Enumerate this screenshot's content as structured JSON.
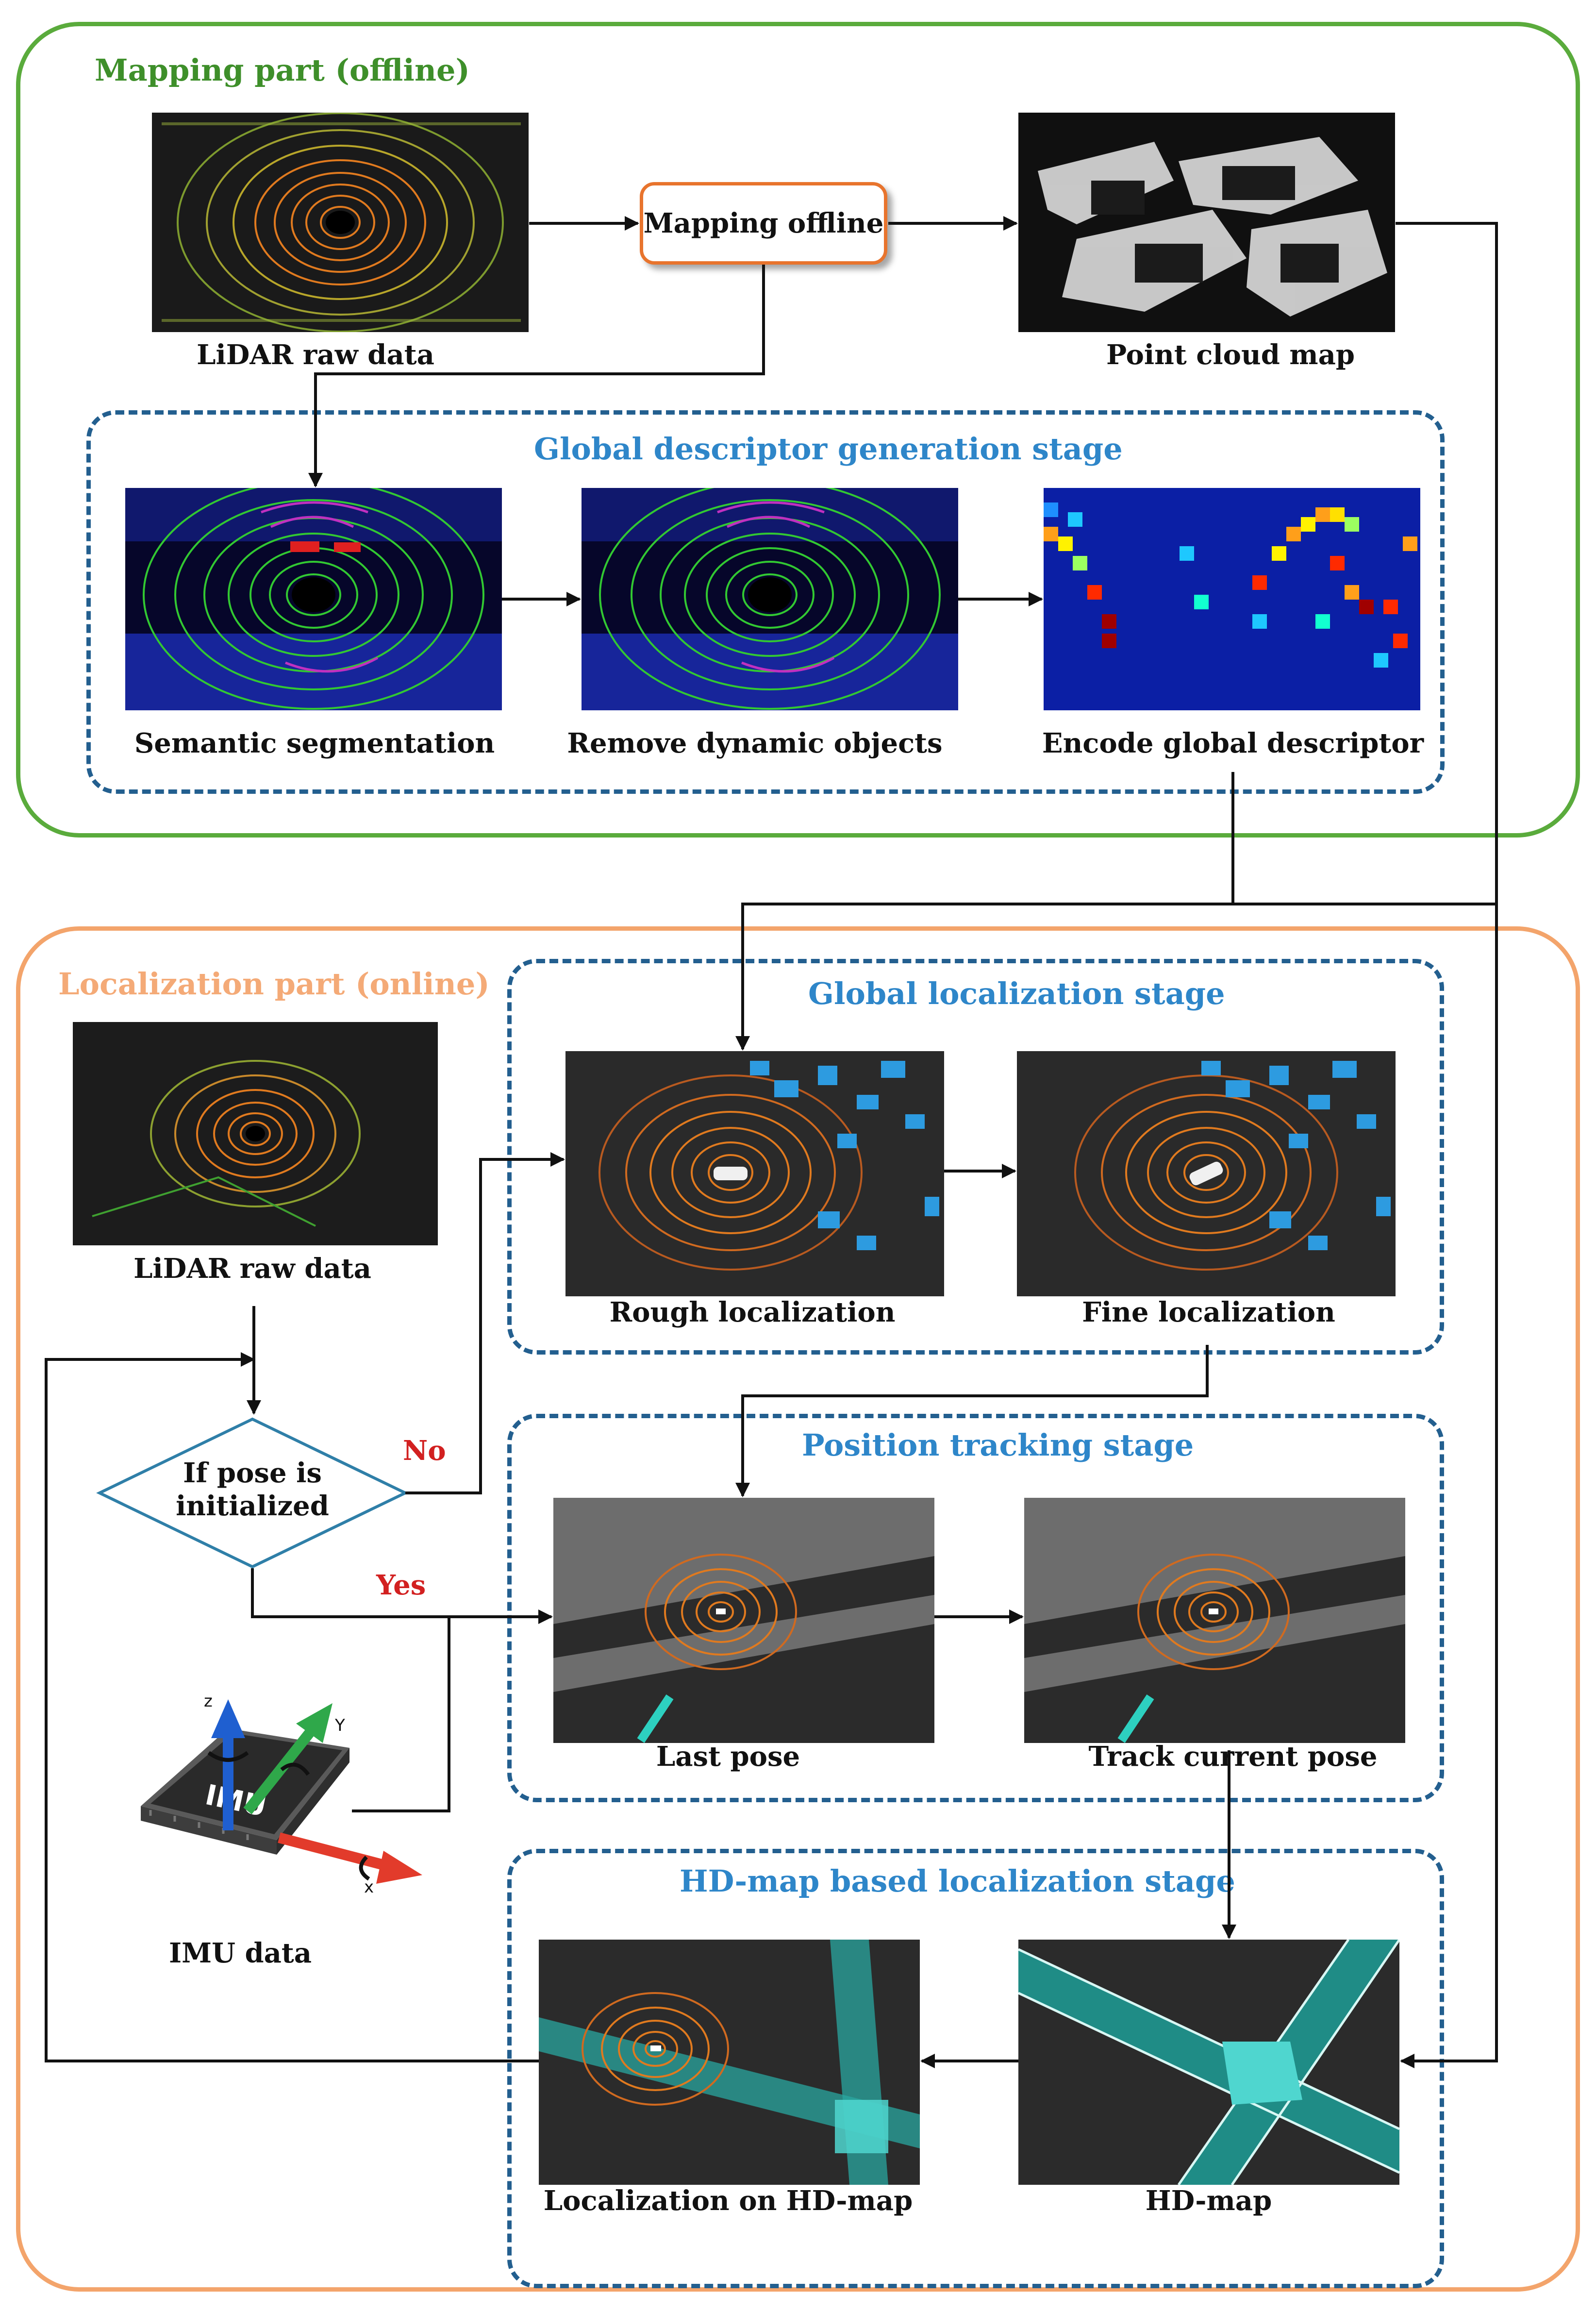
{
  "mapping": {
    "title": "Mapping part (offline)",
    "lidar_raw": "LiDAR raw data",
    "mapping_offline": "Mapping offline",
    "point_cloud_map": "Point cloud map",
    "stage_title": "Global descriptor generation stage",
    "semantic_segmentation": "Semantic segmentation",
    "remove_dynamic": "Remove dynamic objects",
    "encode_descriptor": "Encode global descriptor"
  },
  "localization": {
    "title": "Localization part (online)",
    "lidar_raw": "LiDAR raw data",
    "decision": {
      "line1": "If pose is",
      "line2": "initialized"
    },
    "no_label": "No",
    "yes_label": "Yes",
    "imu_chip": "IMU",
    "imu_caption": "IMU data",
    "axis_x": "x",
    "axis_y": "Y",
    "axis_z": "z",
    "global_stage": {
      "title": "Global localization stage",
      "rough": "Rough localization",
      "fine": "Fine localization"
    },
    "tracking_stage": {
      "title": "Position tracking stage",
      "last_pose": "Last pose",
      "track_pose": "Track current pose"
    },
    "hdmap_stage": {
      "title": "HD-map based localization stage",
      "loc_on_hdmap": "Localization on HD-map",
      "hd_map": "HD-map"
    }
  },
  "colors": {
    "mapping_border": "#5aab3c",
    "mapping_title": "#3e8f2a",
    "localization_border": "#f3a46b",
    "localization_title": "#f4aa77",
    "stage_border": "#235f8f",
    "stage_title": "#2e86c9",
    "decision_border": "#2f7fa8",
    "node_border": "#e8742d",
    "decision_label": "#d22020"
  }
}
